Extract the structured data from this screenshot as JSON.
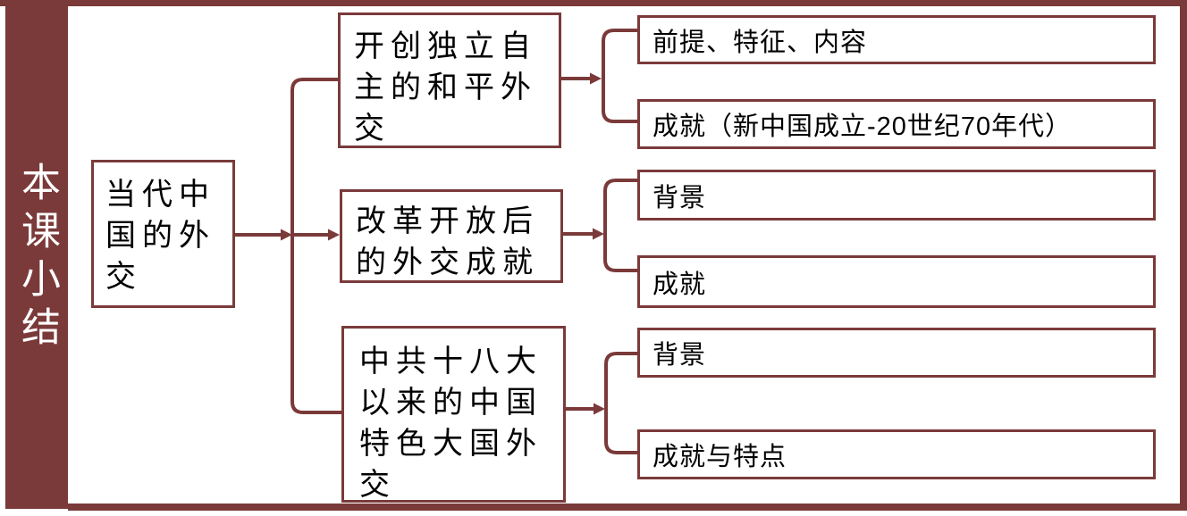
{
  "sidebar": {
    "title": "本课小结"
  },
  "colors": {
    "accent": "#7B3A3A",
    "text": "#000000",
    "background": "#FFFFFF",
    "sidebar_text": "#FFFFFF"
  },
  "diagram": {
    "root": {
      "label": "当代中国的外交"
    },
    "branches": [
      {
        "label": "开创独立自主的和平外交",
        "children": [
          {
            "label": "前提、特征、内容"
          },
          {
            "label": "成就（新中国成立-20世纪70年代）"
          }
        ]
      },
      {
        "label": "改革开放后的外交成就",
        "children": [
          {
            "label": "背景"
          },
          {
            "label": "成就"
          }
        ]
      },
      {
        "label": "中共十八大以来的中国特色大国外交",
        "children": [
          {
            "label": "背景"
          },
          {
            "label": "成就与特点"
          }
        ]
      }
    ]
  }
}
